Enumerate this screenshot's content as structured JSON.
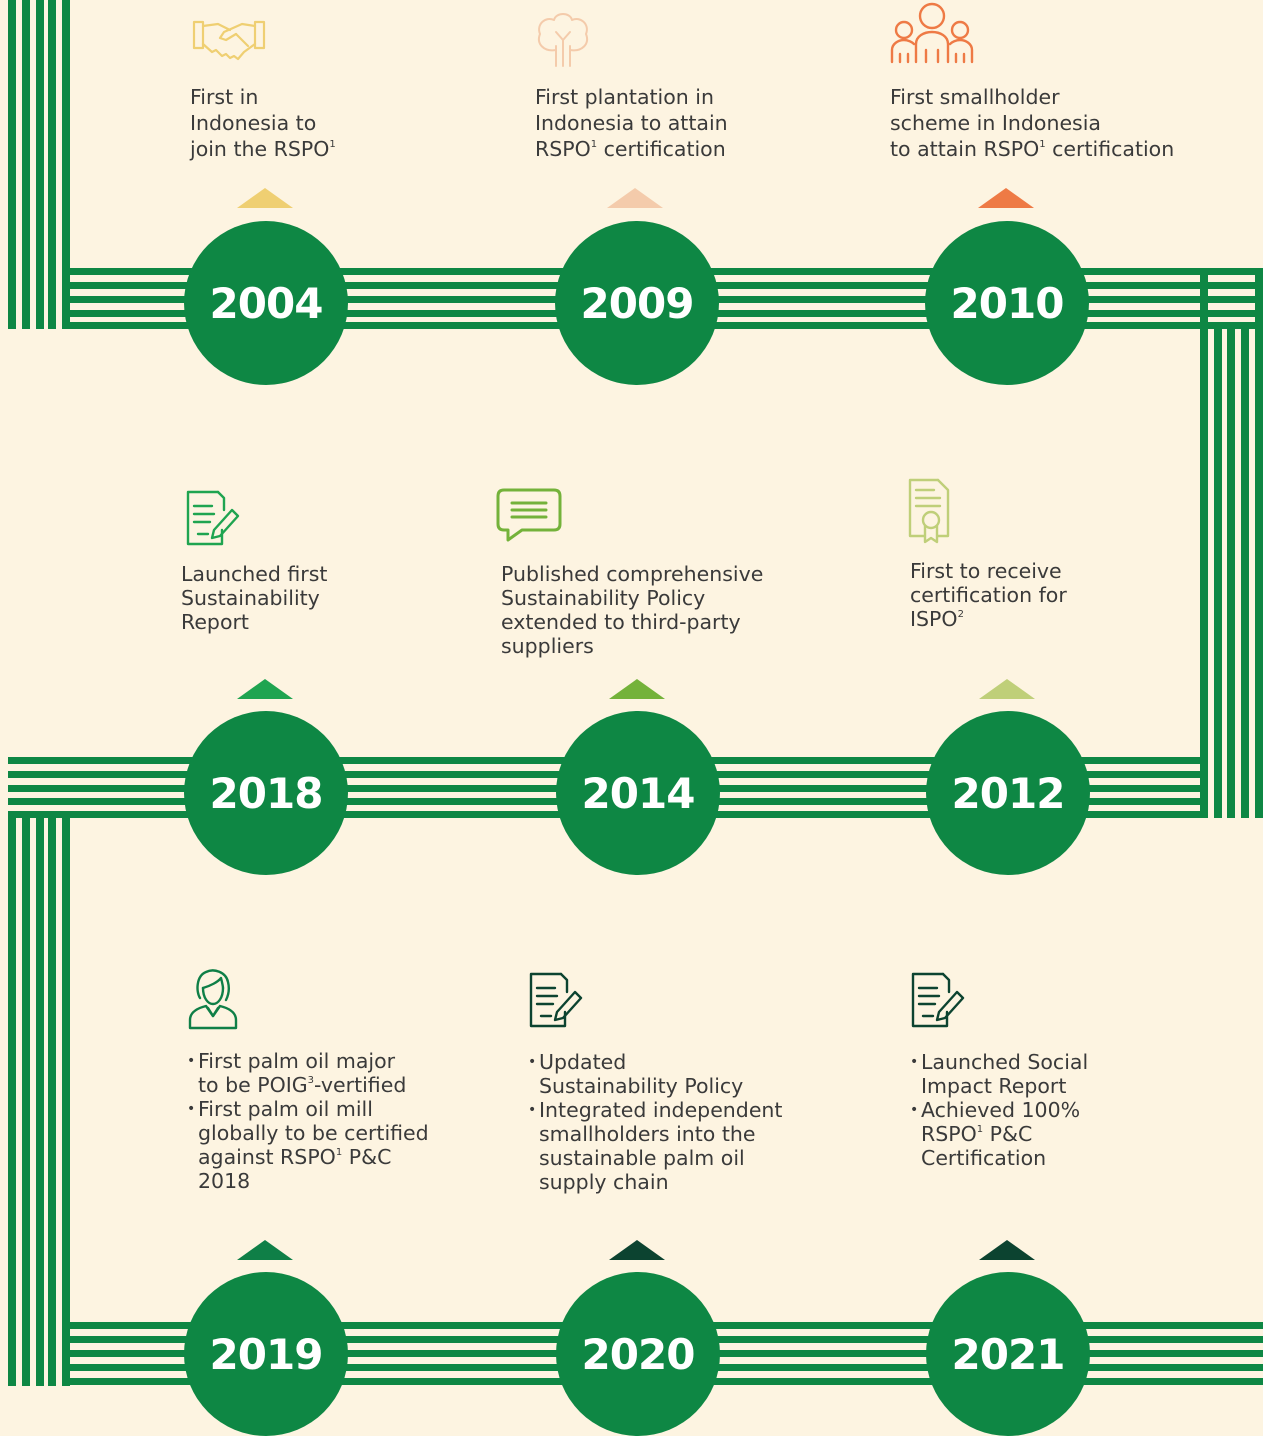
{
  "colors": {
    "background": "#fdf4e1",
    "track_green": "#0e8744",
    "year_text": "#ffffff",
    "body_text": "#3a3a3a"
  },
  "milestones": [
    {
      "year": "2004",
      "icon": "handshake-icon",
      "accent": "#efcf72",
      "lines": [
        "First in",
        "Indonesia to",
        "join the RSPO¹"
      ]
    },
    {
      "year": "2009",
      "icon": "tree-icon",
      "accent": "#f4cbab",
      "lines": [
        "First plantation in",
        "Indonesia to attain",
        "RSPO¹ certification"
      ]
    },
    {
      "year": "2010",
      "icon": "people-group-icon",
      "accent": "#ee7a45",
      "lines": [
        "First smallholder",
        "scheme in Indonesia",
        "to attain RSPO¹ certification"
      ]
    },
    {
      "year": "2012",
      "icon": "certificate-icon",
      "accent": "#bfcf79",
      "lines": [
        "First to receive",
        "certification for",
        "ISPO²"
      ]
    },
    {
      "year": "2014",
      "icon": "speech-bubble-icon",
      "accent": "#74b23a",
      "lines": [
        "Published comprehensive",
        "Sustainability Policy",
        "extended to third-party",
        "suppliers"
      ]
    },
    {
      "year": "2018",
      "icon": "document-pen-icon",
      "accent": "#1fa450",
      "lines": [
        "Launched first",
        "Sustainability",
        "Report"
      ]
    },
    {
      "year": "2019",
      "icon": "person-icon",
      "accent": "#0f7f47",
      "bullets": [
        [
          "First palm oil major",
          "to be POIG³-vertified"
        ],
        [
          "First palm oil mill",
          "globally to be certified",
          "against RSPO¹ P&C",
          "2018"
        ]
      ]
    },
    {
      "year": "2020",
      "icon": "document-pen-icon",
      "accent": "#0c4330",
      "bullets": [
        [
          "Updated",
          "Sustainability Policy"
        ],
        [
          "Integrated independent",
          "smallholders into the",
          "sustainable palm oil",
          "supply chain"
        ]
      ]
    },
    {
      "year": "2021",
      "icon": "document-pen-icon",
      "accent": "#0c4330",
      "bullets": [
        [
          "Launched Social",
          "Impact Report"
        ],
        [
          "Achieved 100%",
          "RSPO¹ P&C",
          "Certification"
        ]
      ]
    }
  ]
}
